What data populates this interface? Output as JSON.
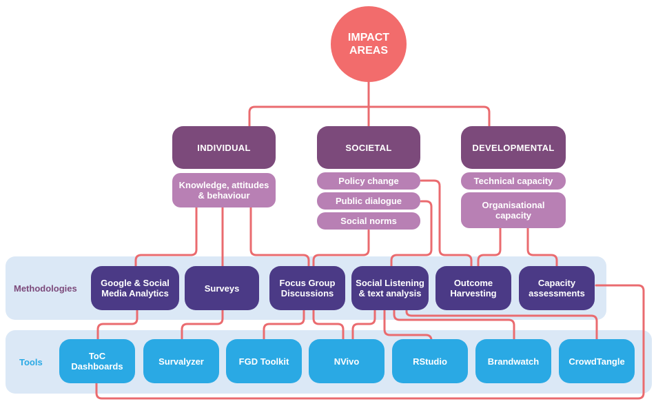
{
  "impact": {
    "label": "IMPACT\nAREAS"
  },
  "areas": [
    {
      "label": "INDIVIDUAL"
    },
    {
      "label": "SOCIETAL"
    },
    {
      "label": "DEVELOPMENTAL"
    }
  ],
  "sub_items": {
    "individual": [
      "Knowledge, attitudes\n& behaviour"
    ],
    "societal": [
      "Policy change",
      "Public dialogue",
      "Social norms"
    ],
    "developmental": [
      "Technical capacity",
      "Organisational\ncapacity"
    ]
  },
  "rows": {
    "methodologies": "Methodologies",
    "tools": "Tools"
  },
  "methodologies": [
    "Google & Social\nMedia Analytics",
    "Surveys",
    "Focus Group\nDiscussions",
    "Social Listening\n& text analysis",
    "Outcome\nHarvesting",
    "Capacity\nassessments"
  ],
  "tools": [
    "ToC\nDashboards",
    "Survalyzer",
    "FGD Toolkit",
    "NVivo",
    "RStudio",
    "Brandwatch",
    "CrowdTangle"
  ],
  "colors": {
    "connector": "#ea6b6f",
    "impact": "#f26c6c",
    "area": "#7c4a7b",
    "sub_item": "#b880b4",
    "methodology": "#4b3a86",
    "tool": "#2aa9e4",
    "band": "#dbe8f6"
  }
}
